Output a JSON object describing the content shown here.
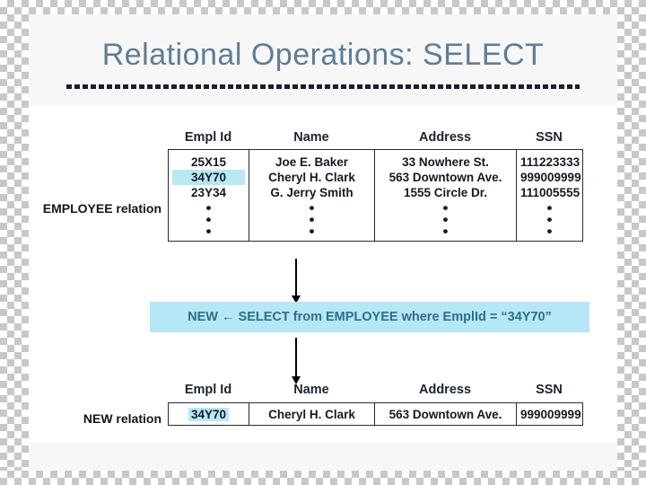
{
  "slide": {
    "title": "Relational Operations: SELECT"
  },
  "employee": {
    "relation_label": "EMPLOYEE relation",
    "headers": [
      "Empl Id",
      "Name",
      "Address",
      "SSN"
    ],
    "rows": [
      [
        "25X15",
        "Joe E. Baker",
        "33 Nowhere St.",
        "111223333"
      ],
      [
        "34Y70",
        "Cheryl H. Clark",
        "563 Downtown Ave.",
        "999009999"
      ],
      [
        "23Y34",
        "G. Jerry Smith",
        "1555 Circle Dr.",
        "111005555"
      ]
    ],
    "continuation": "•",
    "highlighted_value": "34Y70"
  },
  "select_banner": {
    "text": "NEW ← SELECT from EMPLOYEE where EmplId = “34Y70”"
  },
  "new_relation": {
    "relation_label": "NEW relation",
    "headers": [
      "Empl Id",
      "Name",
      "Address",
      "SSN"
    ],
    "rows": [
      [
        "34Y70",
        "Cheryl H. Clark",
        "563 Downtown Ave.",
        "999009999"
      ]
    ],
    "highlighted_value": "34Y70"
  },
  "colors": {
    "title": "#5f7d95",
    "highlight": "#b9e8f5",
    "banner_bg": "#b5e7f7",
    "banner_text": "#2f6f86"
  }
}
